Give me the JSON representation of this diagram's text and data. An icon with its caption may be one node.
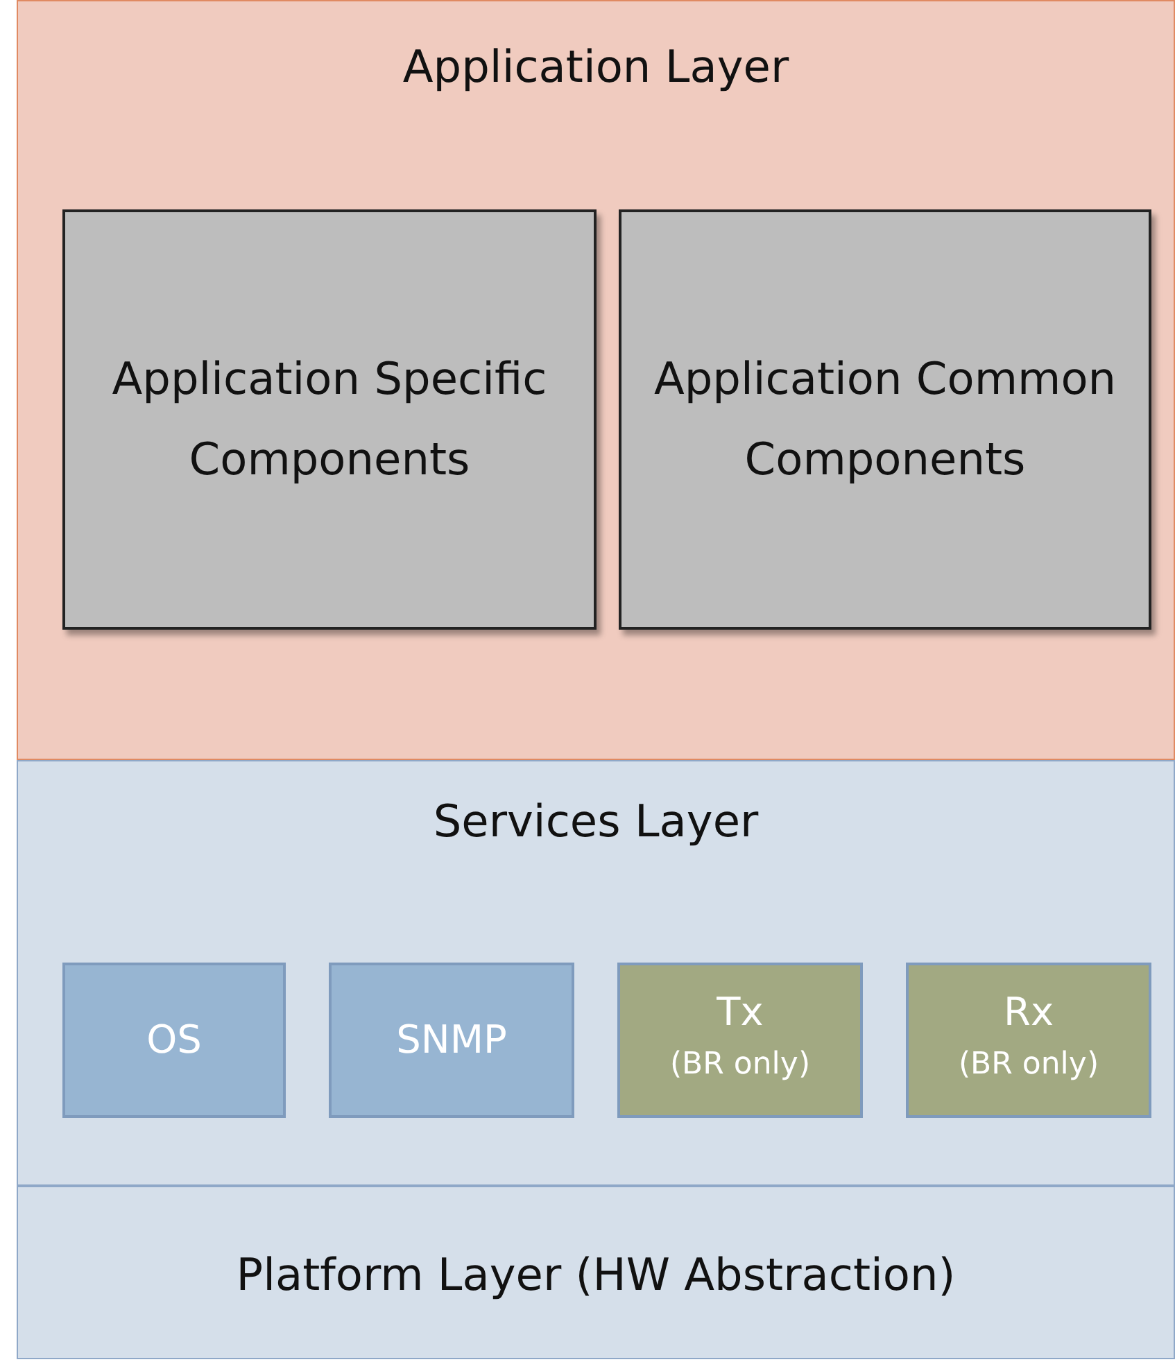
{
  "diagram": {
    "nodes": [
      {
        "text": [
          "Application Layer"
        ]
      },
      {
        "text": [
          "Application Specific Components"
        ],
        "in": 0
      },
      {
        "text": [
          "Application Common Components"
        ],
        "in": 0
      },
      {
        "text": [
          "Services Layer"
        ]
      },
      {
        "text": [
          "OS"
        ],
        "in": 3
      },
      {
        "text": [
          "SNMP"
        ],
        "in": 3
      },
      {
        "text": [
          "Tx",
          "(BR only)"
        ],
        "in": 3
      },
      {
        "text": [
          "Rx",
          "(BR only)"
        ],
        "in": 3
      },
      {
        "text": [
          "Platform Layer (HW Abstraction)"
        ]
      }
    ]
  }
}
